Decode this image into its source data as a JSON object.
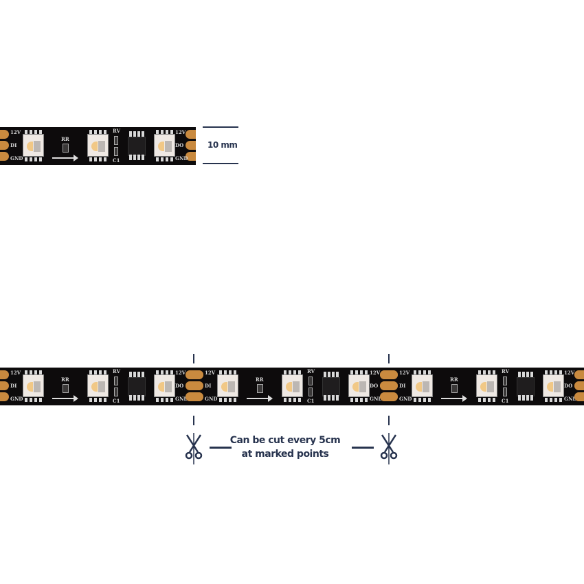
{
  "segment_labels": {
    "left": [
      "12V",
      "DI",
      "GND"
    ],
    "right": [
      "12V",
      "DO",
      "GND"
    ],
    "resistor_1": "RR",
    "resistor_2": "RV",
    "capacitor": "C1"
  },
  "dimension": {
    "label": "10 mm"
  },
  "cut_info": {
    "line1": "Can be cut every 5cm",
    "line2": "at marked points"
  },
  "icons": {
    "cut": "scissors-icon"
  },
  "colors": {
    "strip": "#0d0b0c",
    "pad": "#c98a3f",
    "annotation": "#27334e",
    "led": "#efe9e4"
  }
}
